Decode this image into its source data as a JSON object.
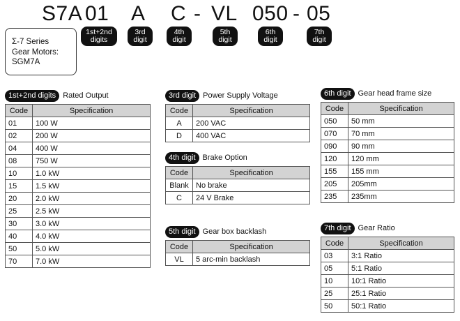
{
  "model_code": {
    "prefix": "S7A",
    "parts": [
      {
        "value": "01",
        "label": "1st+2nd\ndigits"
      },
      {
        "value": "A",
        "label": "3rd\ndigit"
      },
      {
        "value": "C",
        "label": "4th\ndigit"
      },
      {
        "value": "VL",
        "label": "5th\ndigit"
      },
      {
        "value": "050",
        "label": "6th\ndigit"
      },
      {
        "value": "05",
        "label": "7th\ndigit"
      }
    ],
    "dash1": "-",
    "dash2": "-"
  },
  "series_box": {
    "line1": "Σ-7 Series",
    "line2": "Gear Motors:",
    "line3": "SGM7A"
  },
  "headers": {
    "code": "Code",
    "spec": "Specification"
  },
  "tables": {
    "rated_output": {
      "pill": "1st+2nd digits",
      "title": "Rated Output",
      "rows": [
        [
          "01",
          "100 W"
        ],
        [
          "02",
          "200 W"
        ],
        [
          "04",
          "400 W"
        ],
        [
          "08",
          "750 W"
        ],
        [
          "10",
          "1.0 kW"
        ],
        [
          "15",
          "1.5 kW"
        ],
        [
          "20",
          "2.0 kW"
        ],
        [
          "25",
          "2.5 kW"
        ],
        [
          "30",
          "3.0 kW"
        ],
        [
          "40",
          "4.0 kW"
        ],
        [
          "50",
          "5.0 kW"
        ],
        [
          "70",
          "7.0 kW"
        ]
      ]
    },
    "power_supply": {
      "pill": "3rd digit",
      "title": "Power Supply Voltage",
      "rows": [
        [
          "A",
          "200 VAC"
        ],
        [
          "D",
          "400 VAC"
        ]
      ]
    },
    "brake": {
      "pill": "4th digit",
      "title": "Brake Option",
      "rows": [
        [
          "Blank",
          "No brake"
        ],
        [
          "C",
          "24 V Brake"
        ]
      ]
    },
    "backlash": {
      "pill": "5th digit",
      "title": "Gear box backlash",
      "rows": [
        [
          "VL",
          "5 arc-min backlash"
        ]
      ]
    },
    "frame_size": {
      "pill": "6th digit",
      "title": "Gear head frame size",
      "rows": [
        [
          "050",
          "50 mm"
        ],
        [
          "070",
          "70 mm"
        ],
        [
          "090",
          "90 mm"
        ],
        [
          "120",
          "120 mm"
        ],
        [
          "155",
          "155 mm"
        ],
        [
          "205",
          "205mm"
        ],
        [
          "235",
          "235mm"
        ]
      ]
    },
    "gear_ratio": {
      "pill": "7th digit",
      "title": "Gear Ratio",
      "rows": [
        [
          "03",
          "3:1 Ratio"
        ],
        [
          "05",
          "5:1 Ratio"
        ],
        [
          "10",
          "10:1 Ratio"
        ],
        [
          "25",
          "25:1 Ratio"
        ],
        [
          "50",
          "50:1 Ratio"
        ]
      ]
    }
  }
}
